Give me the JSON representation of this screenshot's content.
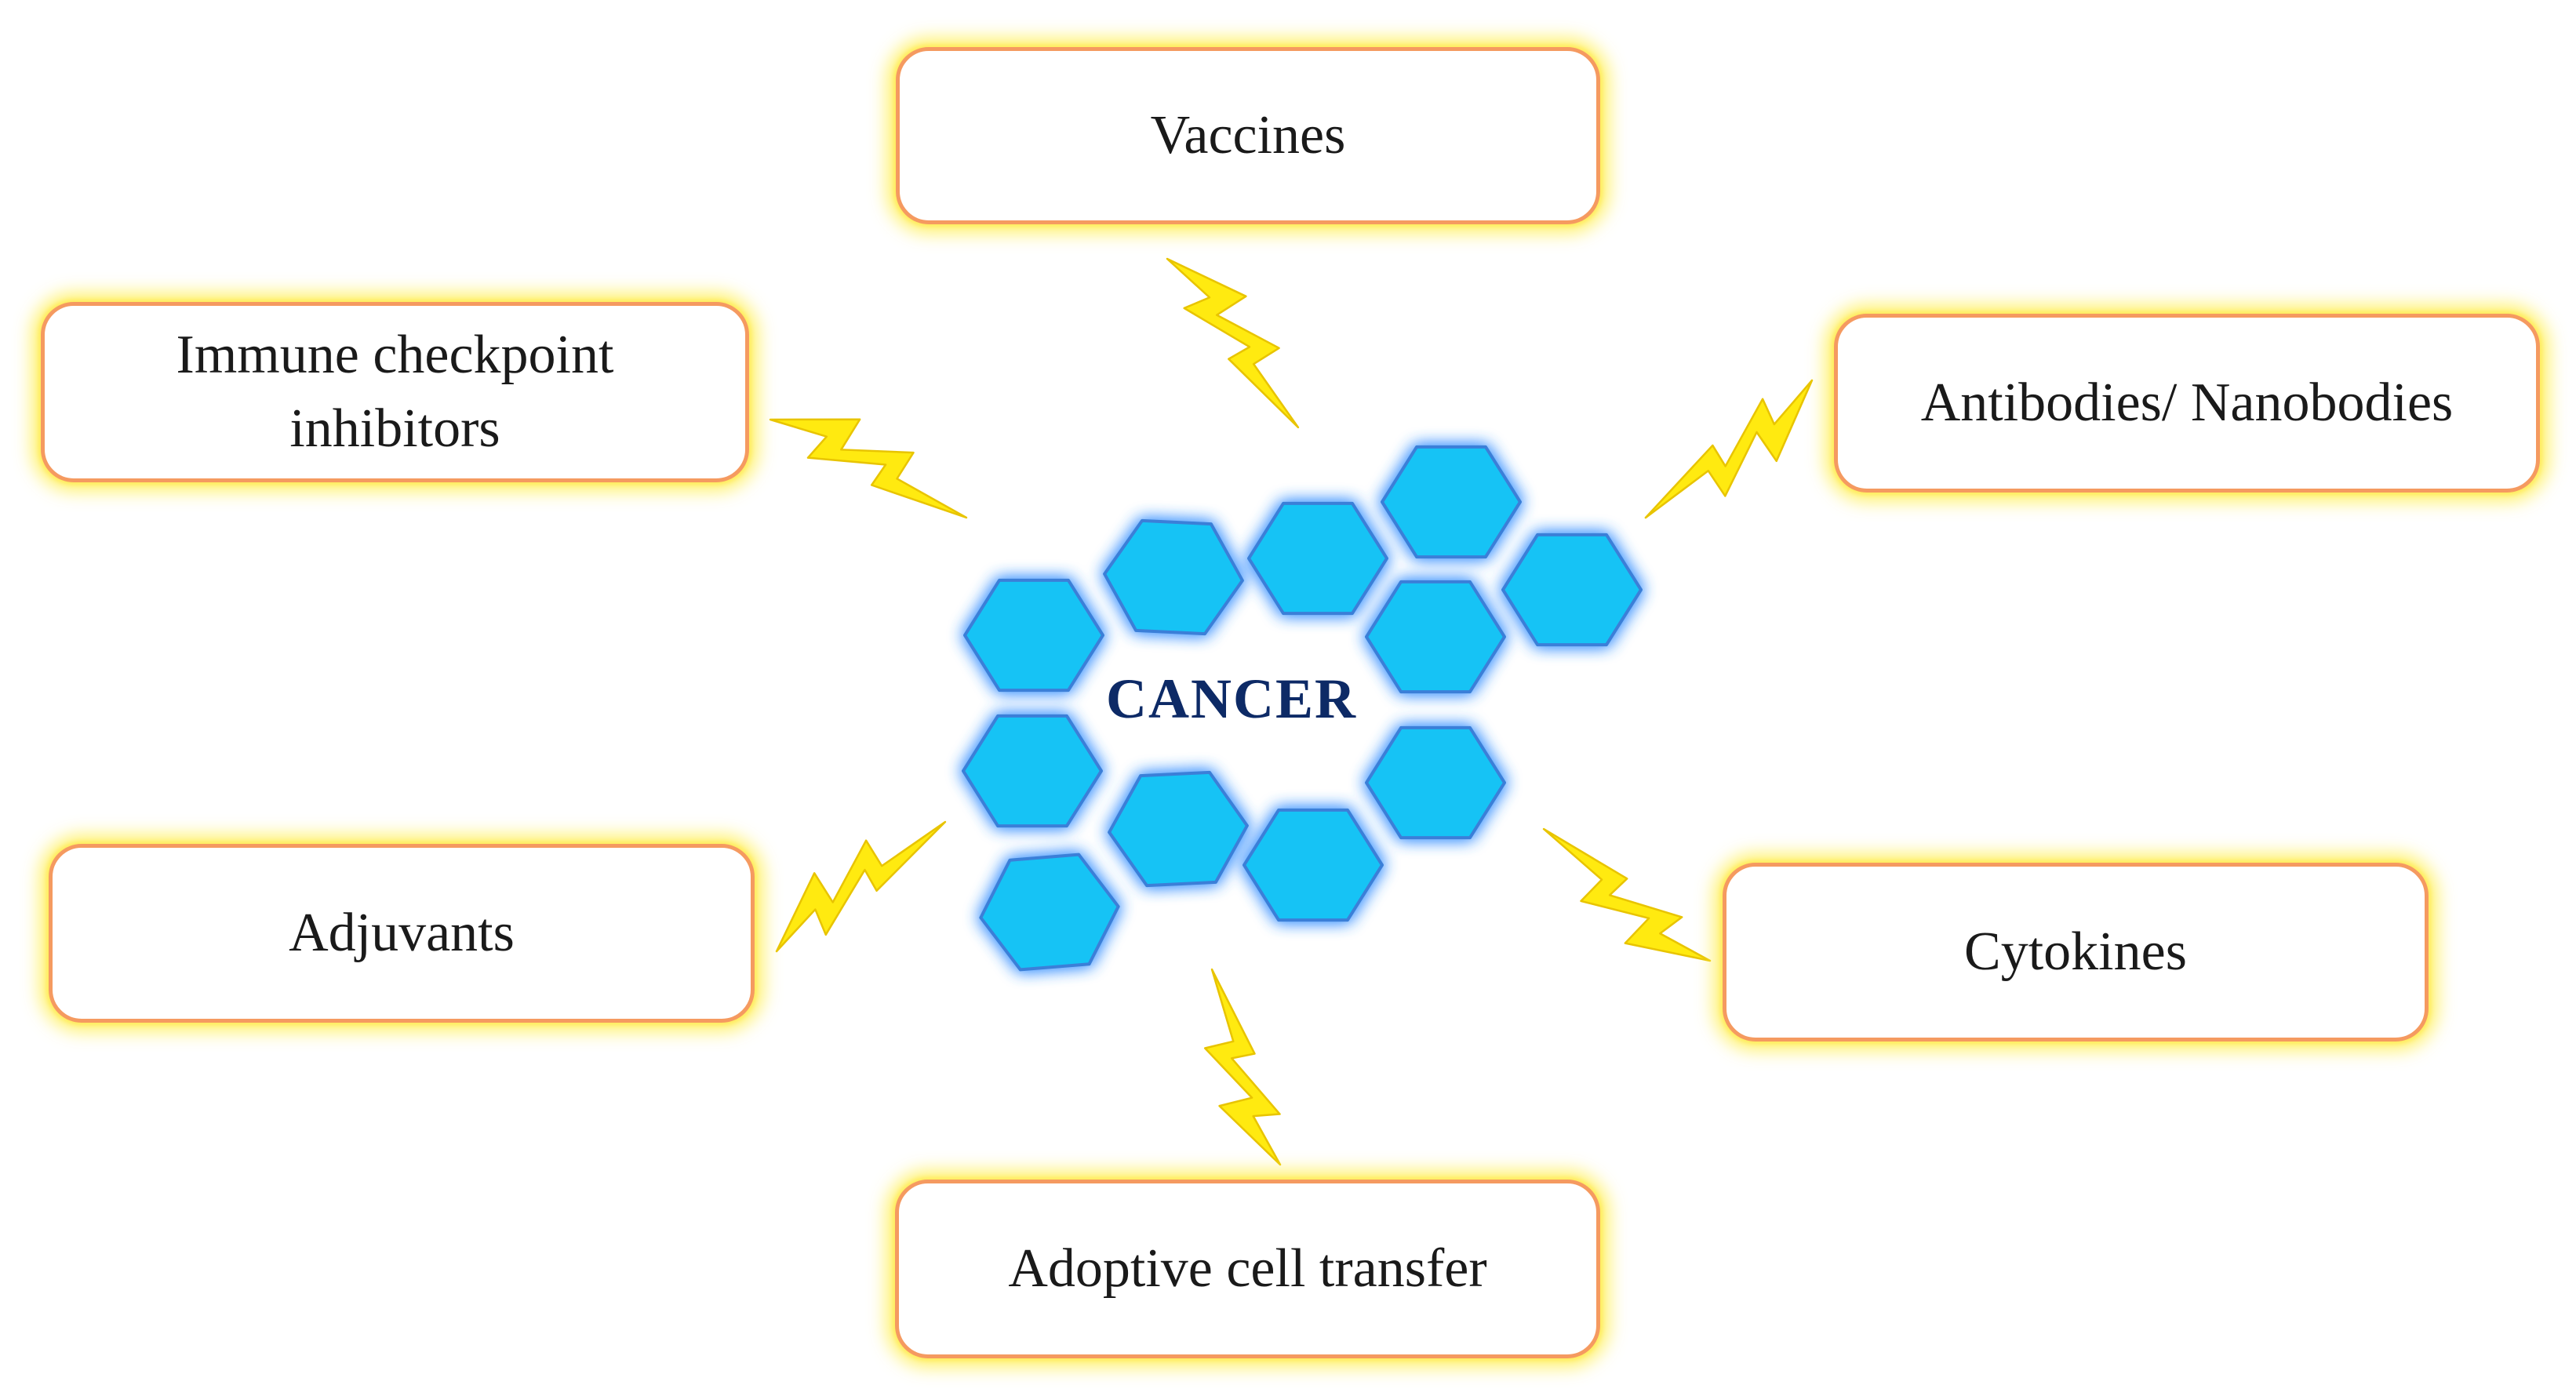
{
  "center": {
    "label": "CANCER"
  },
  "therapies": {
    "vaccines": "Vaccines",
    "checkpoint_line1": "Immune checkpoint",
    "checkpoint_line2": "inhibitors",
    "antibodies": "Antibodies/ Nanobodies",
    "adjuvants": "Adjuvants",
    "cytokines": "Cytokines",
    "adoptive": "Adoptive cell transfer"
  },
  "colors": {
    "cell_fill": "#19c3f5",
    "cell_stroke": "#3a7fd8",
    "cell_glow": "#4d9cff",
    "bolt_fill": "#ffea10",
    "bolt_stroke": "#e8c400",
    "box_border": "#f59a60",
    "box_glow": "#fff05a",
    "label_color": "#0d2a66"
  },
  "icons": {
    "connector": "lightning-bolt-icon",
    "cell": "hexagon-cell-icon"
  }
}
